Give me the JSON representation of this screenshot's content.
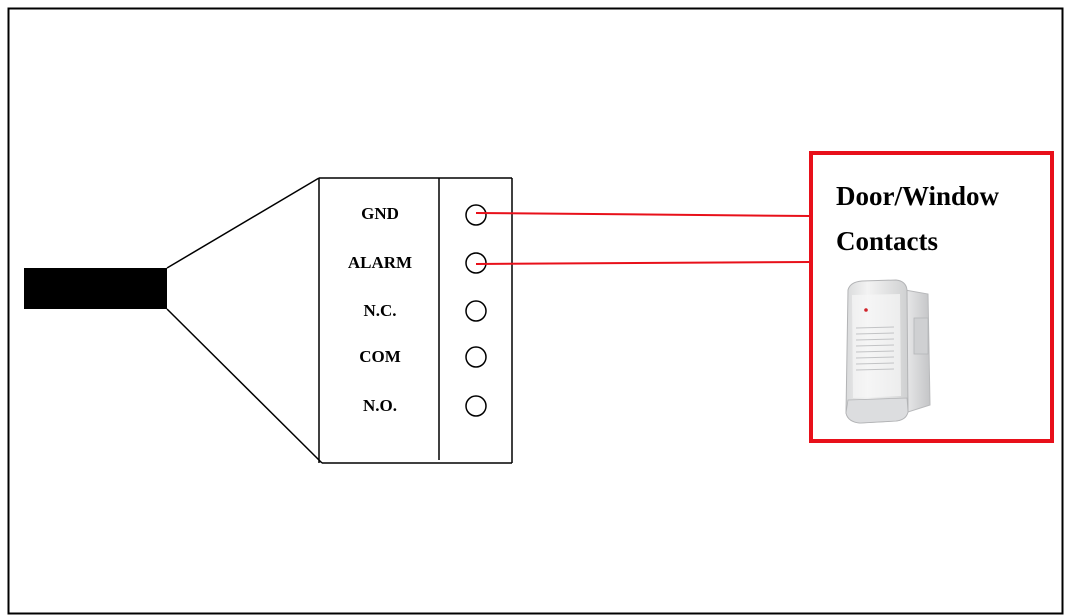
{
  "diagram": {
    "terminals": [
      {
        "label": "GND",
        "wired": true
      },
      {
        "label": "ALARM",
        "wired": true
      },
      {
        "label": "N.C.",
        "wired": false
      },
      {
        "label": "COM",
        "wired": false
      },
      {
        "label": "N.O.",
        "wired": false
      }
    ],
    "device": {
      "title_line1": "Door/Window",
      "title_line2": "Contacts"
    },
    "colors": {
      "wire": "#e8101a",
      "device_border": "#e8101a",
      "outline": "#000000",
      "cable": "#000000"
    }
  }
}
